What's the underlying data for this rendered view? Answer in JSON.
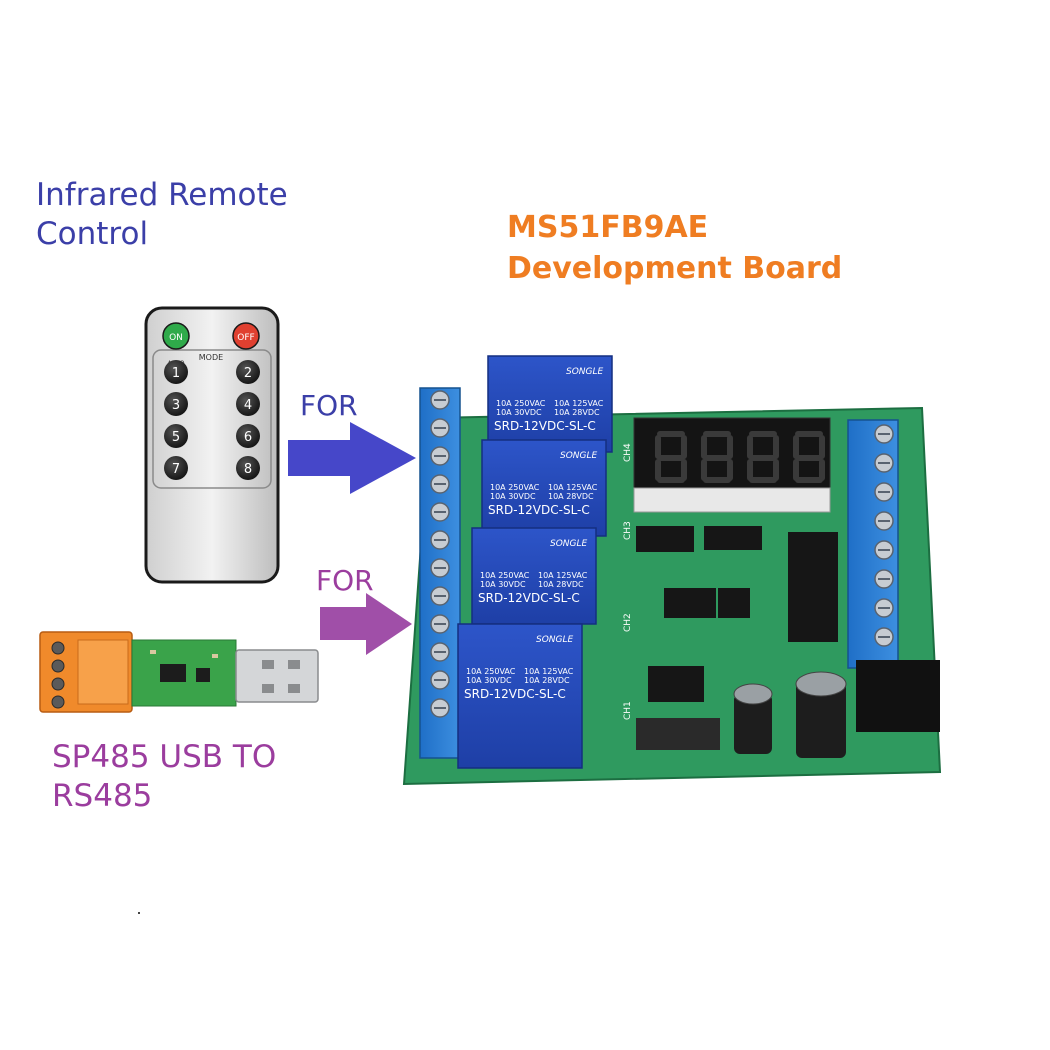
{
  "ir_remote": {
    "title": [
      "Infrared Remote",
      "Control"
    ],
    "on_label": "ON",
    "off_label": "OFF",
    "mode_label": "MODE",
    "auto_label": "AUTO",
    "keys": [
      "1",
      "2",
      "3",
      "4",
      "5",
      "6",
      "7",
      "8"
    ]
  },
  "board": {
    "title": [
      "MS51FB9AE",
      "Development Board"
    ],
    "relay_brand": "SONGLE",
    "relay_model": "SRD-12VDC-SL-C",
    "relay_rating_left": [
      "10A 250VAC",
      "10A  30VDC"
    ],
    "relay_rating_right": [
      "10A 125VAC",
      "10A  28VDC"
    ],
    "channel_labels": [
      "CH4",
      "CH3",
      "CH2",
      "CH1"
    ]
  },
  "arrows": {
    "top_label": "FOR",
    "bottom_label": "FOR",
    "top_color": "#4647c9",
    "bottom_color": "#a04fa8"
  },
  "usb_adapter": {
    "title": [
      "SP485 USB TO",
      "RS485"
    ]
  }
}
